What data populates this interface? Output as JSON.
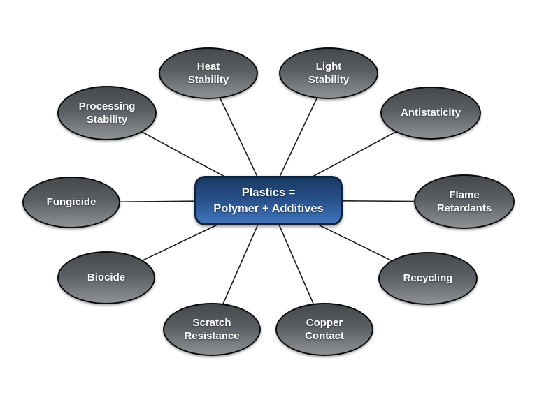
{
  "diagram": {
    "title_hidden": "",
    "center": {
      "line1": "Plastics =",
      "line2": "Polymer + Additives"
    },
    "nodes": [
      {
        "id": "heat-stability",
        "label": "Heat\nStability"
      },
      {
        "id": "light-stability",
        "label": "Light\nStability"
      },
      {
        "id": "antistaticity",
        "label": "Antistaticity"
      },
      {
        "id": "flame-retardants",
        "label": "Flame\nRetardants"
      },
      {
        "id": "recycling",
        "label": "Recycling"
      },
      {
        "id": "copper-contact",
        "label": "Copper\nContact"
      },
      {
        "id": "scratch-resistance",
        "label": "Scratch\nResistance"
      },
      {
        "id": "biocide",
        "label": "Biocide"
      },
      {
        "id": "fungicide",
        "label": "Fungicide"
      },
      {
        "id": "processing-stability",
        "label": "Processing\nStability"
      }
    ],
    "colors": {
      "node_gradient_top": "#45494d",
      "node_gradient_bottom": "#8e9296",
      "node_border": "#0b0b0b",
      "center_gradient_top": "#1a3a64",
      "center_gradient_bottom": "#4176be",
      "center_border": "#0f2440",
      "connector": "#1c1c1c",
      "text": "#ffffff",
      "background": "#ffffff"
    }
  }
}
